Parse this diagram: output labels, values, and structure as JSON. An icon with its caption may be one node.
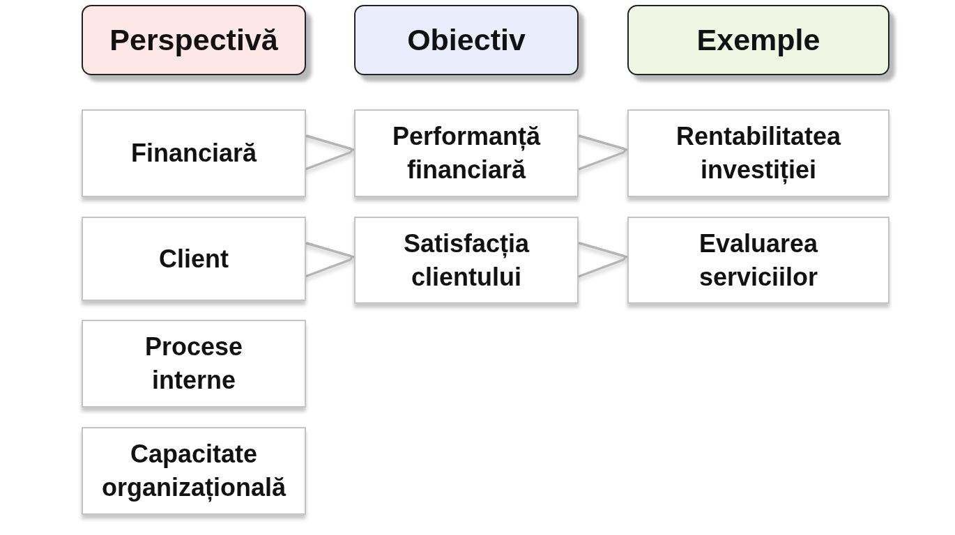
{
  "diagram": {
    "nodes": [
      {
        "text": [
          "Perspectivă"
        ]
      },
      {
        "text": [
          "Obiectiv"
        ]
      },
      {
        "text": [
          "Exemple"
        ]
      },
      {
        "text": [
          "Financiară"
        ]
      },
      {
        "text": [
          "Performanță financiară"
        ]
      },
      {
        "text": [
          "Rentabilitatea investiției"
        ]
      },
      {
        "text": [
          "Client"
        ]
      },
      {
        "text": [
          "Satisfacția clientului"
        ]
      },
      {
        "text": [
          "Evaluarea serviciilor"
        ]
      },
      {
        "text": [
          "Procese interne"
        ]
      },
      {
        "text": [
          "Capacitate organizațională"
        ]
      }
    ],
    "edges": [
      {
        "from": 3,
        "to": 4,
        "arrow": "to"
      },
      {
        "from": 4,
        "to": 5,
        "arrow": "to"
      },
      {
        "from": 6,
        "to": 7,
        "arrow": "to"
      },
      {
        "from": 7,
        "to": 8,
        "arrow": "to"
      }
    ]
  }
}
